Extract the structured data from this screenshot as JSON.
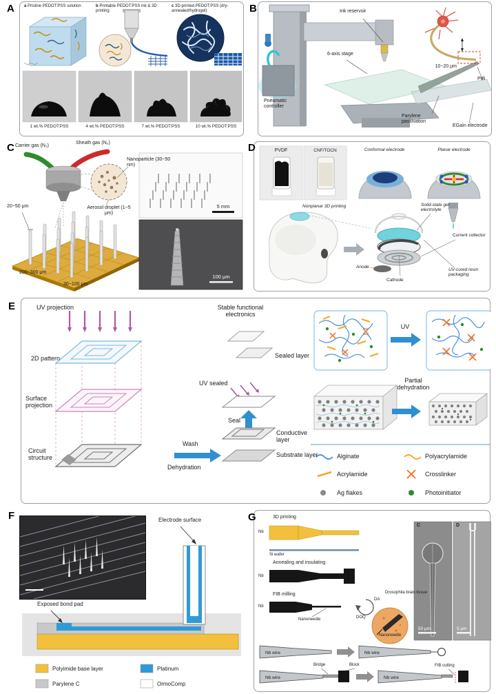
{
  "panels": {
    "A": {
      "tag": "A",
      "subs": [
        {
          "letter": "a",
          "title": "Pristine PEDOT:PSS solution"
        },
        {
          "letter": "b",
          "title": "Printable PEDOT:PSS ink & 3D printing"
        },
        {
          "letter": "c",
          "title": "3D-printed PEDOT:PSS (dry-annealed/hydrogel)"
        }
      ],
      "samples": [
        "1 wt.% PEDOT:PSS",
        "4 wt.% PEDOT:PSS",
        "7 wt.% PEDOT:PSS",
        "10 wt.% PEDOT:PSS"
      ]
    },
    "B": {
      "tag": "B",
      "ink_reservoir": "Ink reservoir",
      "six_axis_stage": "6-axis stage",
      "pneumatic_controller": "Pneumatic controller",
      "tip_size": "10~20 μm",
      "ptb": "PtB",
      "parylene_passivation": "Parylene passivation",
      "egain_electrode": "EGaIn electrode"
    },
    "C": {
      "tag": "C",
      "carrier_gas": "Carrier gas (N₂)",
      "sheath_gas": "Sheath gas (N₂)",
      "nanoparticle": "Nanoparticle (30~50 nm)",
      "aerosol_droplet": "Aerosol droplet (1~5 μm)",
      "pillar_width": "20~50 μm",
      "pitch": "200~300 μm",
      "line_width": "30~100 μm",
      "scale_top": "5 mm",
      "scale_bottom": "100 μm"
    },
    "D": {
      "tag": "D",
      "pvdf": "PVDF",
      "cnf_tocn": "CNF/TOCN",
      "conformal_electrode": "Conformal electrode",
      "planar_electrode": "Planar electrode",
      "nonplanar_printing": "Nonplanar 3D printing",
      "gel_electrolyte": "Solid-state gel electrolyte",
      "current_collector": "Current collector",
      "anode": "Anode",
      "cathode": "Cathode",
      "resin_packaging": "UV-cured resin packaging"
    },
    "E": {
      "tag": "E",
      "uv_projection": "UV projection",
      "pattern_2d": "2D pattern",
      "surface_projection": "Surface projection",
      "circuit_structure": "Circuit structure",
      "wash": "Wash",
      "dehydration": "Dehydration",
      "stable_electronics": "Stable functional electronics",
      "sealed_layer": "Sealed layer",
      "uv_sealed": "UV sealed",
      "seal": "Seal",
      "conductive_layer": "Conductive layer",
      "substrate_layer": "Substrate layer",
      "uv": "UV",
      "partial_dehydration": "Partial dehydration",
      "legend": [
        "Alginate",
        "Polyacrylamide",
        "Acrylamide",
        "Crosslinker",
        "Ag flakes",
        "Photoinitiator"
      ]
    },
    "F": {
      "tag": "F",
      "electrode_surface": "Electrode surface",
      "exposed_bond_pad": "Exposed bond pad",
      "legend": [
        "Polyimide base layer",
        "Platinum",
        "Parylene C",
        "OrmoComp"
      ]
    },
    "G": {
      "tag": "G",
      "printing_3d": "3D printing",
      "nb": "Nb",
      "si_wafer": "Si wafer",
      "annealing": "Annealing and insulating",
      "fib_milling": "FIB milling",
      "nanoneedle": "Nanoneedle",
      "da": "DA",
      "doq": "DOQ",
      "brain_tissue": "Drosophila brain tissue",
      "sem_c": "C",
      "sem_d": "D",
      "scale_c": "50 μm",
      "scale_d": "5 μm",
      "nb_wire": "Nb wire",
      "bridge": "Bridge",
      "block": "Block",
      "fib_cutting": "FIB cutting"
    }
  },
  "colors": {
    "polyimide": "#f2c03c",
    "platinum": "#2e9bd6",
    "parylene": "#c8c8c8",
    "ormocomp": "#ffffff"
  }
}
